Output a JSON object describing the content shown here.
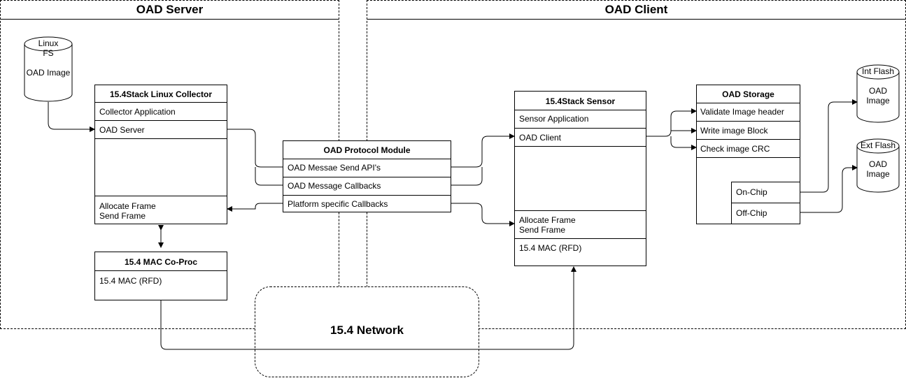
{
  "regions": {
    "server_title": "OAD Server",
    "client_title": "OAD Client"
  },
  "server": {
    "cylinder": {
      "line1": "Linux",
      "line2": "FS",
      "line3": "OAD Image"
    },
    "collector": {
      "title": "15.4Stack Linux Collector",
      "row1": "Collector Application",
      "row2": "OAD Server",
      "row3_line1": "Allocate Frame",
      "row3_line2": "Send Frame"
    },
    "coproc": {
      "title": "15.4 MAC Co-Proc",
      "row1": "15.4 MAC (RFD)"
    }
  },
  "protocol": {
    "title": "OAD Protocol Module",
    "row1": "OAD Messae Send API's",
    "row2": "OAD Message Callbacks",
    "row3": "Platform specific Callbacks"
  },
  "client": {
    "sensor": {
      "title": "15.4Stack Sensor",
      "row1": "Sensor Application",
      "row2": "OAD Client",
      "row3_line1": "Allocate Frame",
      "row3_line2": "Send Frame",
      "row4": "15.4 MAC (RFD)"
    },
    "storage": {
      "title": "OAD Storage",
      "row1": "Validate Image header",
      "row2": "Write image Block",
      "row3": "Check image CRC",
      "sub1": "On-Chip",
      "sub2": "Off-Chip"
    },
    "int_flash": {
      "line1": "Int Flash",
      "line2": "OAD",
      "line3": "Image"
    },
    "ext_flash": {
      "line1": "Ext Flash",
      "line2": "OAD",
      "line3": "Image"
    }
  },
  "network": {
    "label": "15.4 Network"
  }
}
